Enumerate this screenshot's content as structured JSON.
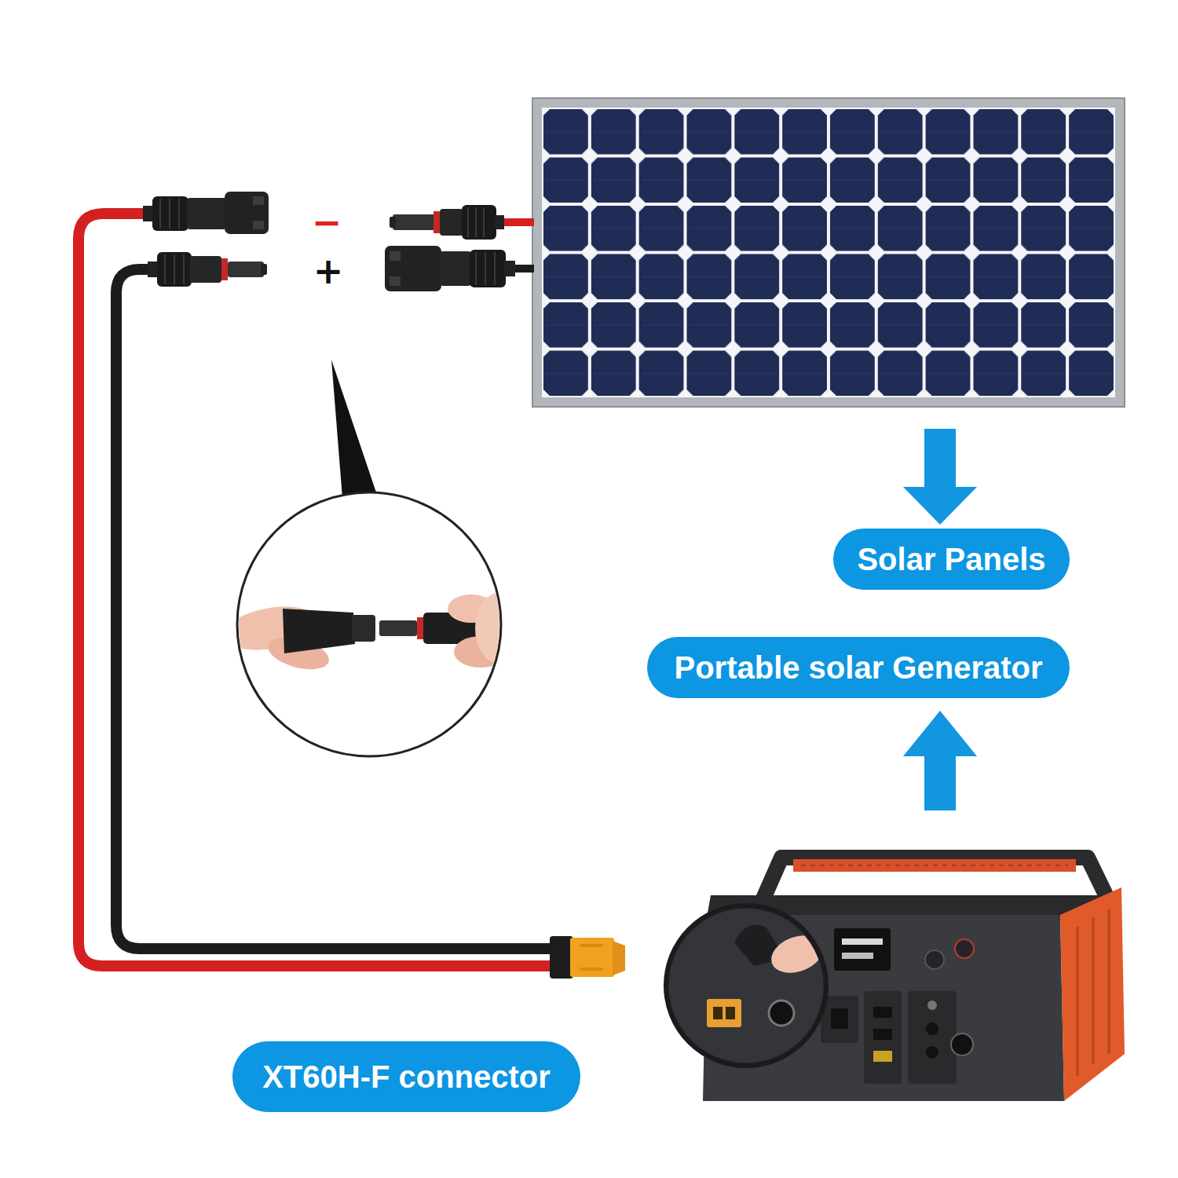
{
  "diagram": {
    "nodes": [
      {
        "text": [
          "Solar Panels"
        ]
      },
      {
        "text": [
          "Portable solar Generator"
        ]
      },
      {
        "text": [
          "XT60H-F connector"
        ]
      }
    ],
    "labels": [
      "−",
      "+"
    ]
  }
}
